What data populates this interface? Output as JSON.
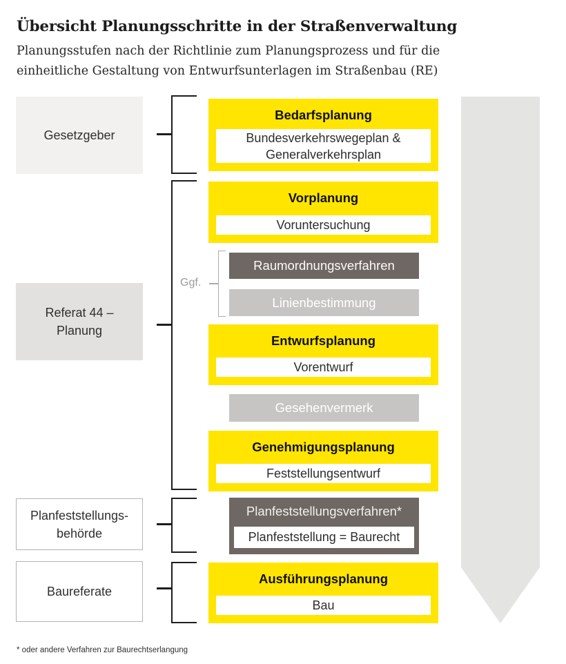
{
  "header": {
    "title": "Übersicht Planungsschritte in der Straßenverwaltung",
    "subtitle": "Planungsstufen nach der Richtlinie zum Planungsprozess und für die\neinheitliche Gestaltung von Entwurfsunterlagen im Straßenbau (RE)"
  },
  "actors": [
    {
      "label": "Gesetzgeber"
    },
    {
      "label": "Referat 44 –\nPlanung"
    },
    {
      "label": "Planfeststellungs-\nbehörde"
    },
    {
      "label": "Baureferate"
    }
  ],
  "stages": [
    {
      "title": "Bedarfsplanung",
      "detail": "Bundesverkehrswegeplan & Generalverkehrsplan"
    },
    {
      "title": "Vorplanung",
      "detail": "Voruntersuchung"
    },
    {
      "title": "Entwurfsplanung",
      "detail": "Vorentwurf"
    },
    {
      "title": "Genehmigungsplanung",
      "detail": "Feststellungsentwurf"
    },
    {
      "title": "Ausführungsplanung",
      "detail": "Bau"
    }
  ],
  "optional": {
    "label": "Ggf.",
    "items": [
      {
        "label": "Raumordnungsverfahren"
      },
      {
        "label": "Linienbestimmung"
      }
    ]
  },
  "gesehenvermerk": {
    "label": "Gesehenvermerk"
  },
  "planfeststellung": {
    "title": "Planfeststellungsverfahren*",
    "detail": "Planfeststellung = Baurecht"
  },
  "footnote": "* oder andere Verfahren zur Baurechtserlangung",
  "colors": {
    "yellow": "#ffe500",
    "dark_gray": "#6e6763",
    "light_gray": "#c7c5c4",
    "arrow_gray": "#e4e4e3",
    "actor_fill_light": "#f2f1f0",
    "actor_fill_dark": "#e2e1df",
    "line_black": "#1d1d1b",
    "ggf_gray": "#abaaa8"
  }
}
